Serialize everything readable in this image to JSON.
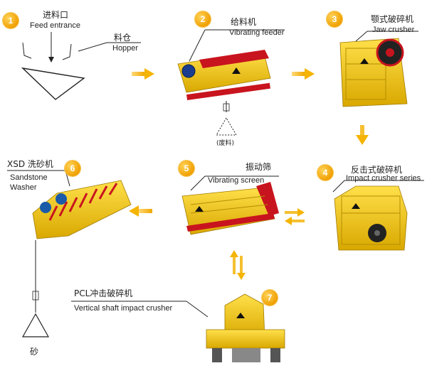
{
  "colors": {
    "badge": "#f0a000",
    "machine": "#f2c300",
    "accent_red": "#c8141e",
    "arrow": "#f5b400"
  },
  "steps": [
    {
      "number": "1",
      "cn": "进料口",
      "en": "Feed entrance",
      "sub_cn": "料仓",
      "sub_en": "Hopper"
    },
    {
      "number": "2",
      "cn": "给料机",
      "en": "Vibrating feeder",
      "waste": "(废料)"
    },
    {
      "number": "3",
      "cn": "颚式破碎机",
      "en": "Jaw crusher"
    },
    {
      "number": "4",
      "cn": "反击式破碎机",
      "en": "Impact crusher series"
    },
    {
      "number": "5",
      "cn": "振动筛",
      "en": "Vibrating screen"
    },
    {
      "number": "6",
      "cn": "XSD 洗砂机",
      "en_line1": "Sandstone",
      "en_line2": "Washer",
      "output": "砂"
    },
    {
      "number": "7",
      "cn": "PCL冲击破碎机",
      "en": "Vertical shaft impact crusher"
    }
  ]
}
